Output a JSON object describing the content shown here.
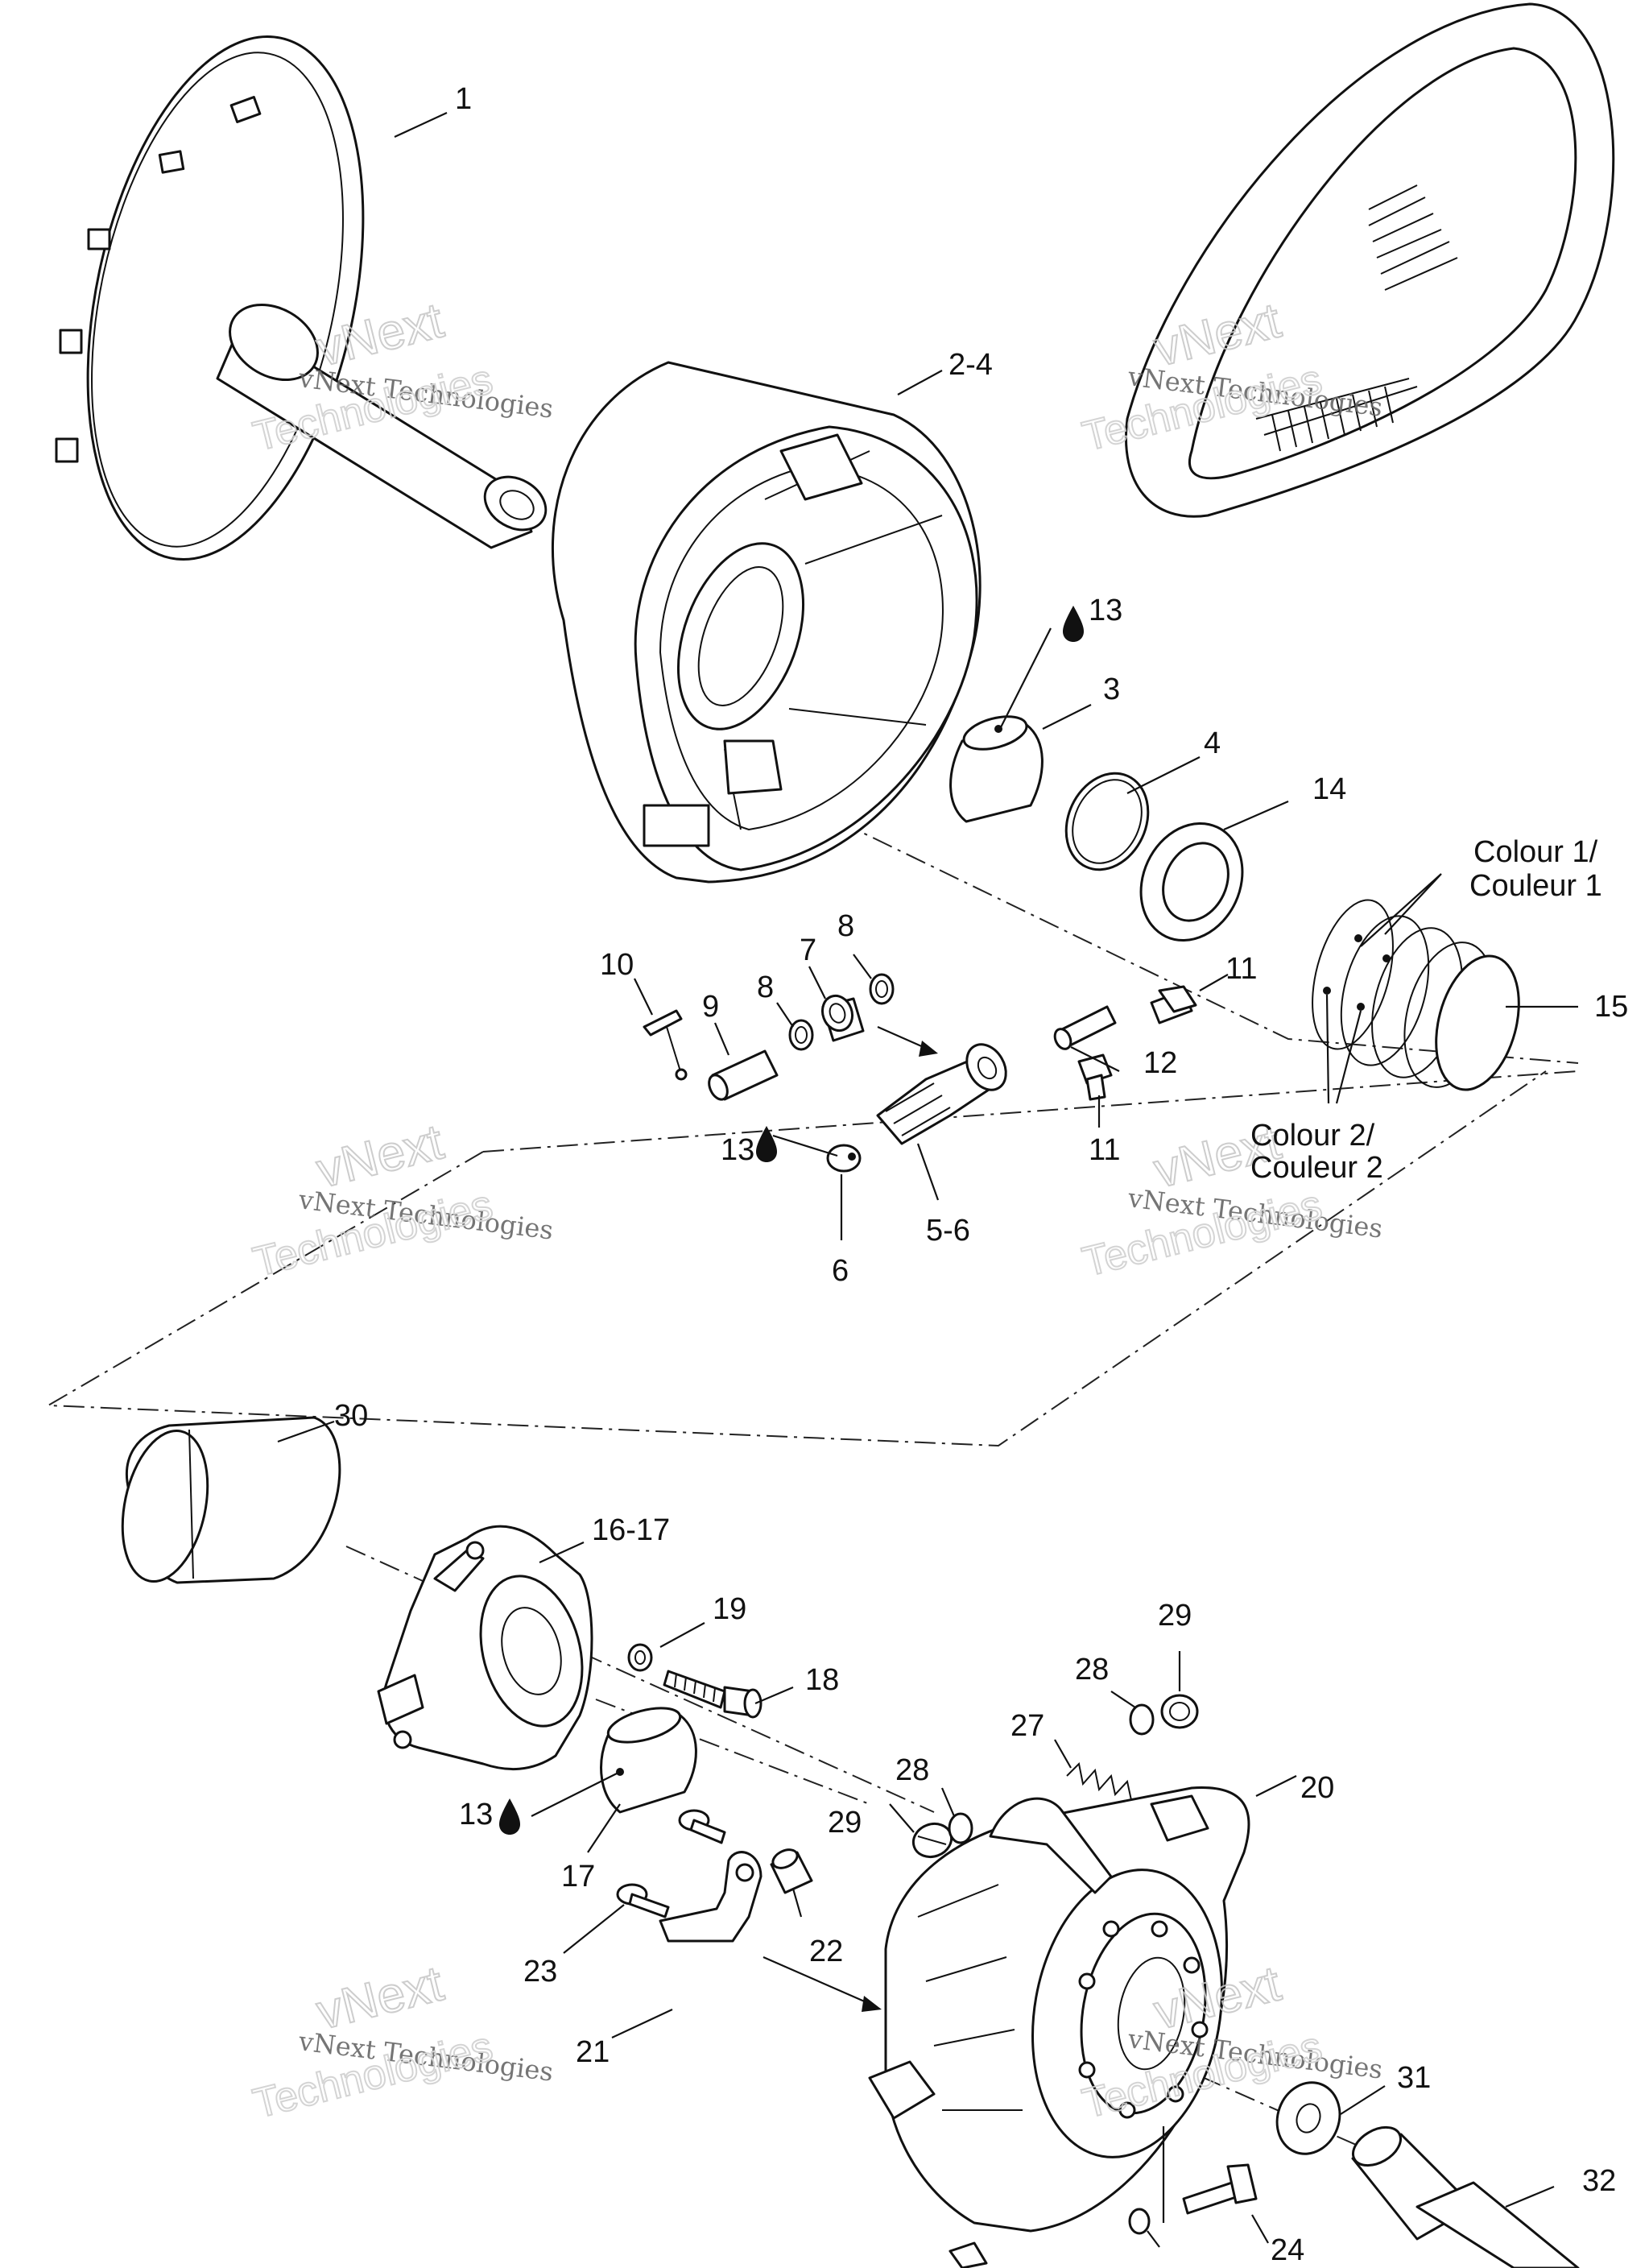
{
  "callouts": {
    "c1": "1",
    "c2_4": "2-4",
    "c13_top": "13",
    "c3": "3",
    "c4": "4",
    "c14": "14",
    "c_colour1": "Colour 1/",
    "c_couleur1": "Couleur 1",
    "c15": "15",
    "c_colour2": "Colour 2/",
    "c_couleur2": "Couleur 2",
    "c10": "10",
    "c9": "9",
    "c8a": "8",
    "c7": "7",
    "c8b": "8",
    "c11a": "11",
    "c12": "12",
    "c11b": "11",
    "c13_mid": "13",
    "c5_6": "5-6",
    "c6": "6",
    "c30": "30",
    "c16_17": "16-17",
    "c19": "19",
    "c18": "18",
    "c13_low": "13",
    "c17": "17",
    "c29a": "29",
    "c28a": "28",
    "c27": "27",
    "c28b": "28",
    "c29b": "29",
    "c20": "20",
    "c23": "23",
    "c22": "22",
    "c21": "21",
    "c31": "31",
    "c32": "32",
    "c24": "24"
  },
  "watermark": {
    "line1": "vNext Technologies",
    "line2": "vNext",
    "line3": "Technologies"
  },
  "icons": {
    "lubricant": "oil-drop-icon"
  }
}
